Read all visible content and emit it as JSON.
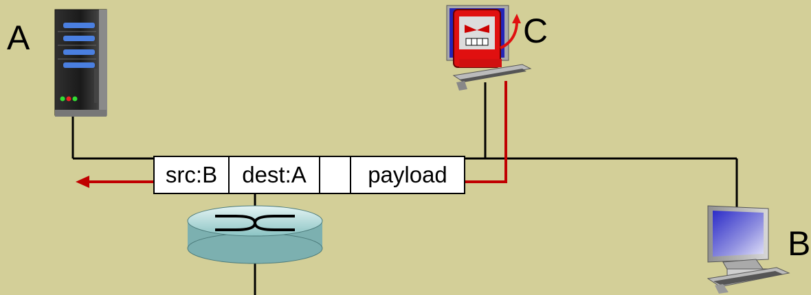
{
  "hosts": {
    "a": {
      "label": "A",
      "icon": "server-icon"
    },
    "b": {
      "label": "B",
      "icon": "desktop-computer-icon"
    },
    "c": {
      "label": "C",
      "icon": "devil-computer-icon"
    }
  },
  "packet": {
    "src": "src:B",
    "dest": "dest:A",
    "blank": "",
    "payload": "payload"
  },
  "router": {
    "icon": "router-icon"
  },
  "colors": {
    "background": "#d3cf98",
    "spoof_path": "#c00000",
    "link": "#000000",
    "router_fill": "#b7dede"
  }
}
